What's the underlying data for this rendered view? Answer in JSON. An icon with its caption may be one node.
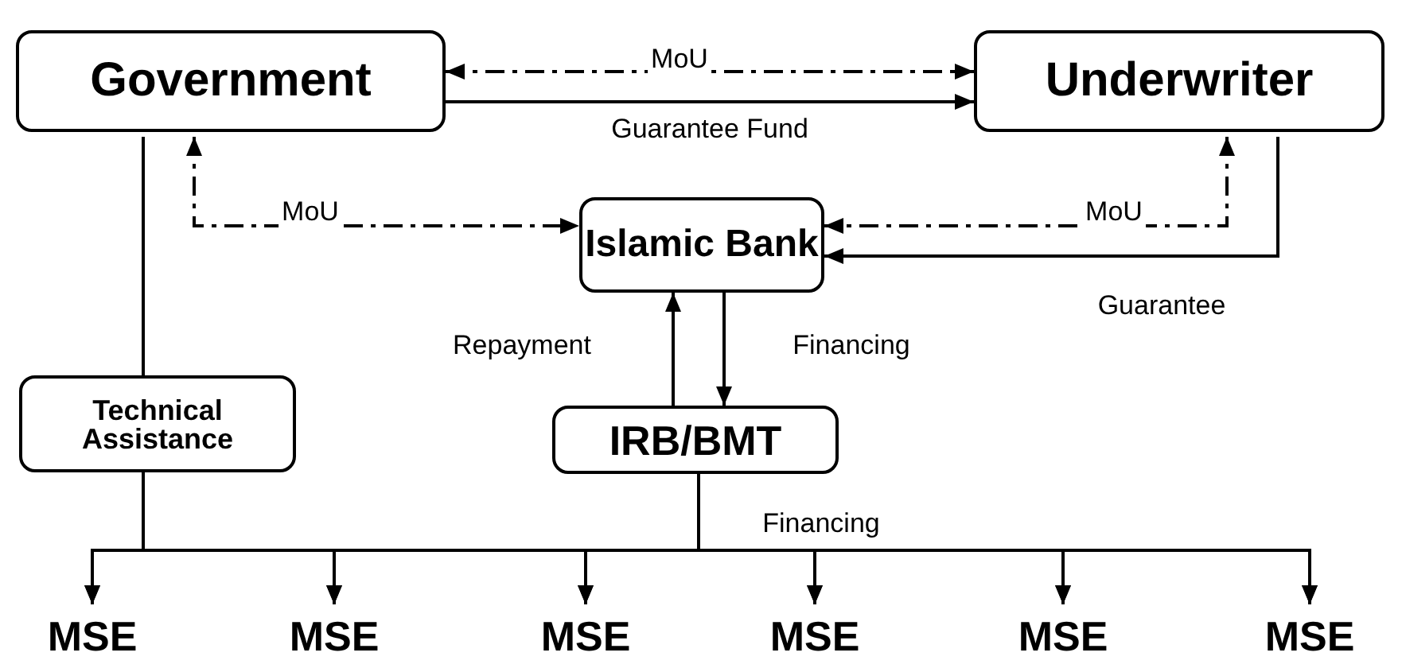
{
  "diagram": {
    "nodes": [
      {
        "text": [
          "Government"
        ]
      },
      {
        "text": [
          "Underwriter"
        ]
      },
      {
        "text": [
          "Islamic Bank"
        ]
      },
      {
        "text": [
          "Technical Assistance"
        ]
      },
      {
        "text": [
          "IRB/BMT"
        ]
      },
      {
        "text": [
          "MSE"
        ]
      },
      {
        "text": [
          "MSE"
        ]
      },
      {
        "text": [
          "MSE"
        ]
      },
      {
        "text": [
          "MSE"
        ]
      },
      {
        "text": [
          "MSE"
        ]
      },
      {
        "text": [
          "MSE"
        ]
      }
    ],
    "edges": [
      {
        "from": 0,
        "to": 1,
        "arrow": "both",
        "label": "MoU",
        "style": "dashed"
      },
      {
        "from": 0,
        "to": 1,
        "arrow": "to",
        "label": "Guarantee Fund"
      },
      {
        "from": 0,
        "to": 2,
        "arrow": "both",
        "label": "MoU",
        "style": "dashed"
      },
      {
        "from": 1,
        "to": 2,
        "arrow": "both",
        "label": "MoU",
        "style": "dashed"
      },
      {
        "from": 1,
        "to": 2,
        "arrow": "to",
        "label": "Guarantee"
      },
      {
        "from": 4,
        "to": 2,
        "arrow": "to",
        "label": "Repayment"
      },
      {
        "from": 2,
        "to": 4,
        "arrow": "to",
        "label": "Financing"
      },
      {
        "from": 0,
        "to": 3,
        "arrow": "none"
      },
      {
        "from": 3,
        "to": 5,
        "arrow": "to"
      },
      {
        "from": 3,
        "to": 6,
        "arrow": "to"
      },
      {
        "from": 3,
        "to": 7,
        "arrow": "to"
      },
      {
        "from": 3,
        "to": 8,
        "arrow": "to"
      },
      {
        "from": 3,
        "to": 9,
        "arrow": "to"
      },
      {
        "from": 3,
        "to": 10,
        "arrow": "to"
      },
      {
        "from": 4,
        "to": 5,
        "arrow": "to"
      },
      {
        "from": 4,
        "to": 6,
        "arrow": "to"
      },
      {
        "from": 4,
        "to": 7,
        "arrow": "to"
      },
      {
        "from": 4,
        "to": 8,
        "arrow": "to",
        "label": "Financing"
      },
      {
        "from": 4,
        "to": 9,
        "arrow": "to"
      },
      {
        "from": 4,
        "to": 10,
        "arrow": "to"
      }
    ]
  }
}
